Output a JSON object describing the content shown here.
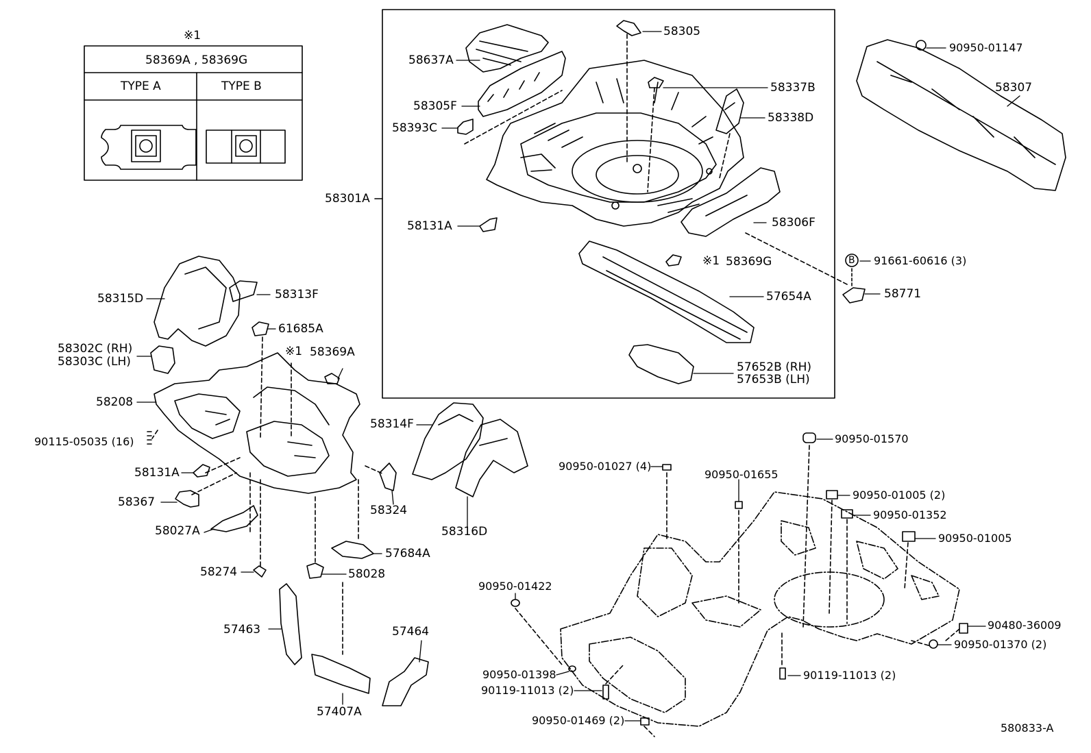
{
  "inset": {
    "mark": "※1",
    "header": "58369A , 58369G",
    "type_a": "TYPE A",
    "type_b": "TYPE B"
  },
  "diagram_id": "580833-A",
  "labels": {
    "p58305": "58305",
    "p58637A": "58637A",
    "p58337B": "58337B",
    "p58305F": "58305F",
    "p58338D": "58338D",
    "p58393C": "58393C",
    "p58301A": "58301A",
    "p58131A_top": "58131A",
    "p58306F": "58306F",
    "p58369G_mark": "※1",
    "p58369G": "58369G",
    "p57654A": "57654A",
    "p57652B": "57652B (RH)",
    "p57653B": "57653B (LH)",
    "p90950_01147": "90950-01147",
    "p58307": "58307",
    "p91661": "91661-60616 (3)",
    "p91661_circle": "B",
    "p58771": "58771",
    "p58315D": "58315D",
    "p58313F": "58313F",
    "p61685A": "61685A",
    "p58302C": "58302C (RH)",
    "p58303C": "58303C (LH)",
    "p58369A_mark": "※1",
    "p58369A": "58369A",
    "p58208": "58208",
    "p90115": "90115-05035 (16)",
    "p58131A": "58131A",
    "p58367": "58367",
    "p58027A": "58027A",
    "p58274": "58274",
    "p58314F": "58314F",
    "p58324": "58324",
    "p58316D": "58316D",
    "p57684A": "57684A",
    "p58028": "58028",
    "p57463": "57463",
    "p57464": "57464",
    "p57407A": "57407A",
    "p90950_01570": "90950-01570",
    "p90950_01027": "90950-01027 (4)",
    "p90950_01655": "90950-01655",
    "p90950_01005_2": "90950-01005 (2)",
    "p90950_01352": "90950-01352",
    "p90950_01005": "90950-01005",
    "p90950_01422": "90950-01422",
    "p90480": "90480-36009",
    "p90950_01370": "90950-01370 (2)",
    "p90950_01398": "90950-01398",
    "p90119_left": "90119-11013 (2)",
    "p90119_right": "90119-11013 (2)",
    "p90950_01469": "90950-01469 (2)"
  }
}
